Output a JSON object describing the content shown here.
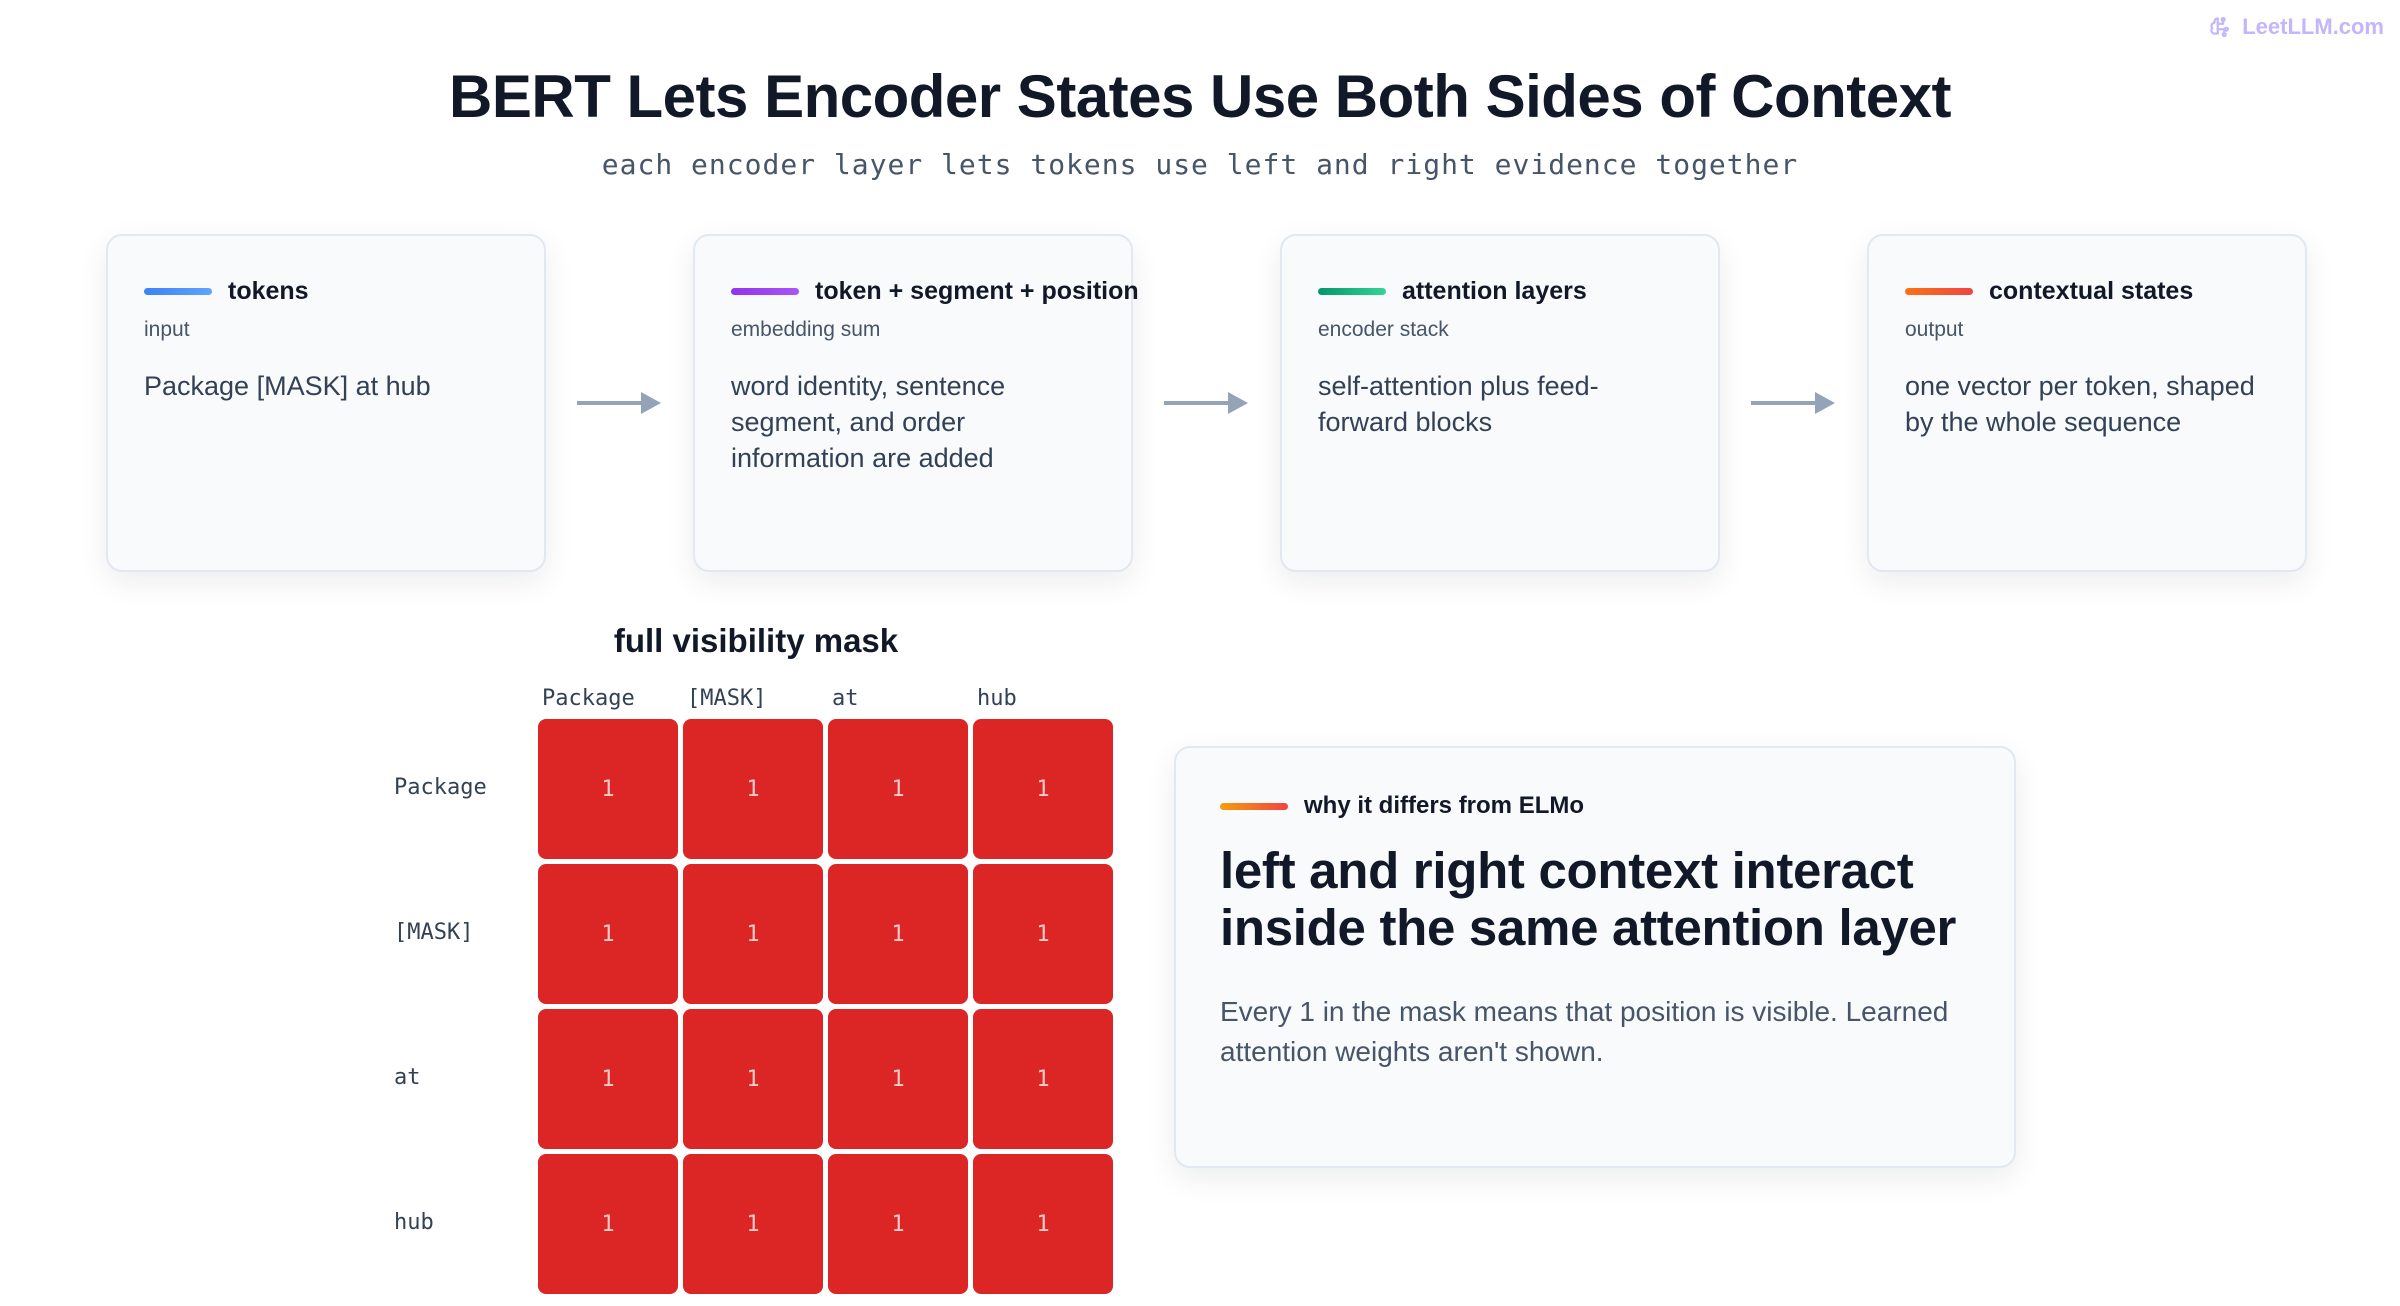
{
  "brand": {
    "label": "LeetLLM.com",
    "icon": "brain-icon",
    "color": "#c4b5fd"
  },
  "header": {
    "title": "BERT Lets Encoder States Use Both Sides of Context",
    "subtitle": "each encoder layer lets tokens use left and right evidence together"
  },
  "pipeline": [
    {
      "title": "tokens",
      "sub": "input",
      "body": "Package [MASK] at hub",
      "accent": [
        "#3b82f6",
        "#60a5fa"
      ]
    },
    {
      "title": "token + segment + position",
      "sub": "embedding sum",
      "body": "word identity, sentence segment, and order information are added",
      "accent": [
        "#9333ea",
        "#a855f7"
      ]
    },
    {
      "title": "attention layers",
      "sub": "encoder stack",
      "body": "self-attention plus feed-forward blocks",
      "accent": [
        "#059669",
        "#34d399"
      ]
    },
    {
      "title": "contextual states",
      "sub": "output",
      "body": "one vector per token, shaped by the whole sequence",
      "accent": [
        "#f97316",
        "#ef4444"
      ]
    }
  ],
  "mask": {
    "title": "full visibility mask",
    "cols": [
      "Package",
      "[MASK]",
      "at",
      "hub"
    ],
    "rows": [
      "Package",
      "[MASK]",
      "at",
      "hub"
    ],
    "values": [
      [
        "1",
        "1",
        "1",
        "1"
      ],
      [
        "1",
        "1",
        "1",
        "1"
      ],
      [
        "1",
        "1",
        "1",
        "1"
      ],
      [
        "1",
        "1",
        "1",
        "1"
      ]
    ],
    "cell_color": "#dc2626"
  },
  "diff": {
    "label": "why it differs from ELMo",
    "headline": "left and right context interact inside the same attention layer",
    "body": "Every 1 in the mask means that position is visible. Learned attention weights aren't shown.",
    "accent": [
      "#f59e0b",
      "#ef4444"
    ]
  }
}
